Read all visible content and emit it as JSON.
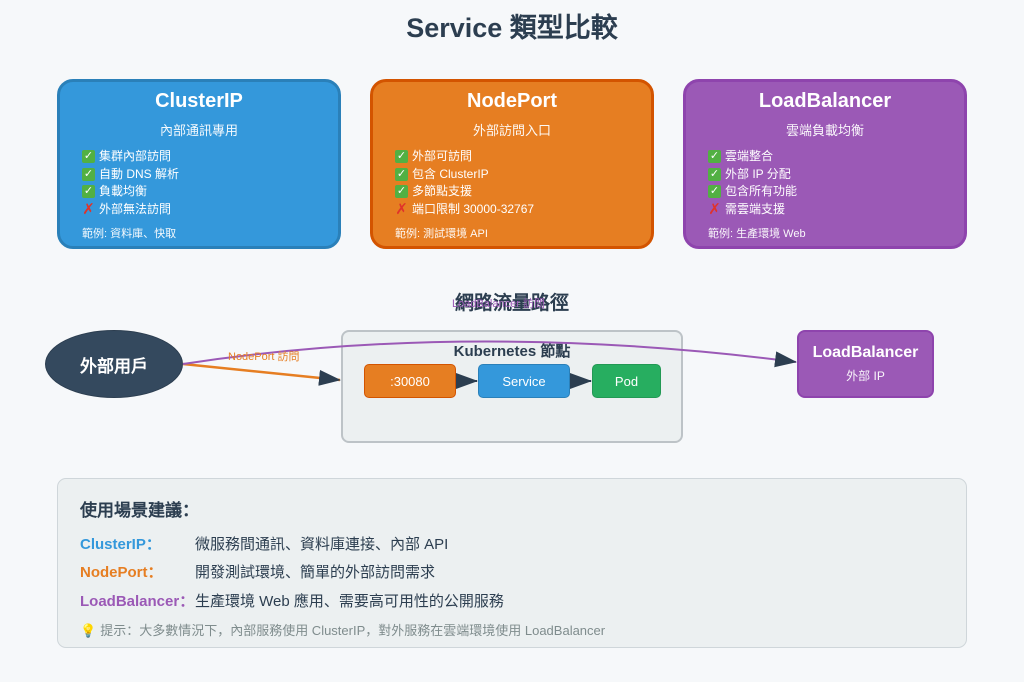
{
  "title": "Service 類型比較",
  "cards": [
    {
      "name": "ClusterIP",
      "subtitle": "內部通訊專用",
      "features": [
        {
          "ok": true,
          "text": "集群內部訪問"
        },
        {
          "ok": true,
          "text": "自動 DNS 解析"
        },
        {
          "ok": true,
          "text": "負載均衡"
        },
        {
          "ok": false,
          "text": "外部無法訪問"
        }
      ],
      "example": "範例: 資料庫、快取",
      "color": "#3498db"
    },
    {
      "name": "NodePort",
      "subtitle": "外部訪問入口",
      "features": [
        {
          "ok": true,
          "text": "外部可訪問"
        },
        {
          "ok": true,
          "text": "包含 ClusterIP"
        },
        {
          "ok": true,
          "text": "多節點支援"
        },
        {
          "ok": false,
          "text": "端口限制 30000-32767"
        }
      ],
      "example": "範例: 測試環境 API",
      "color": "#e67e22"
    },
    {
      "name": "LoadBalancer",
      "subtitle": "雲端負載均衡",
      "features": [
        {
          "ok": true,
          "text": "雲端整合"
        },
        {
          "ok": true,
          "text": "外部 IP 分配"
        },
        {
          "ok": true,
          "text": "包含所有功能"
        },
        {
          "ok": false,
          "text": "需雲端支援"
        }
      ],
      "example": "範例: 生產環境 Web",
      "color": "#9b59b6"
    }
  ],
  "icons": {
    "check": "✓",
    "cross": "✗",
    "bulb": "💡"
  },
  "flow": {
    "title": "網路流量路徑",
    "user": "外部用戶",
    "nodeport_label": "NodePort 訪問",
    "loadbalancer_label": "LoadBalancer 訪問",
    "k8s_title": "Kubernetes 節點",
    "port": ":30080",
    "service": "Service",
    "pod": "Pod",
    "lb_title": "LoadBalancer",
    "lb_sub": "外部 IP"
  },
  "usage": {
    "heading": "使用場景建議：",
    "rows": [
      {
        "label": "ClusterIP：",
        "desc": "微服務間通訊、資料庫連接、內部 API"
      },
      {
        "label": "NodePort：",
        "desc": "開發測試環境、簡單的外部訪問需求"
      },
      {
        "label": "LoadBalancer：",
        "desc": "生產環境 Web 應用、需要高可用性的公開服務"
      }
    ],
    "tip": "提示：大多數情況下，內部服務使用 ClusterIP，對外服務在雲端環境使用 LoadBalancer"
  }
}
